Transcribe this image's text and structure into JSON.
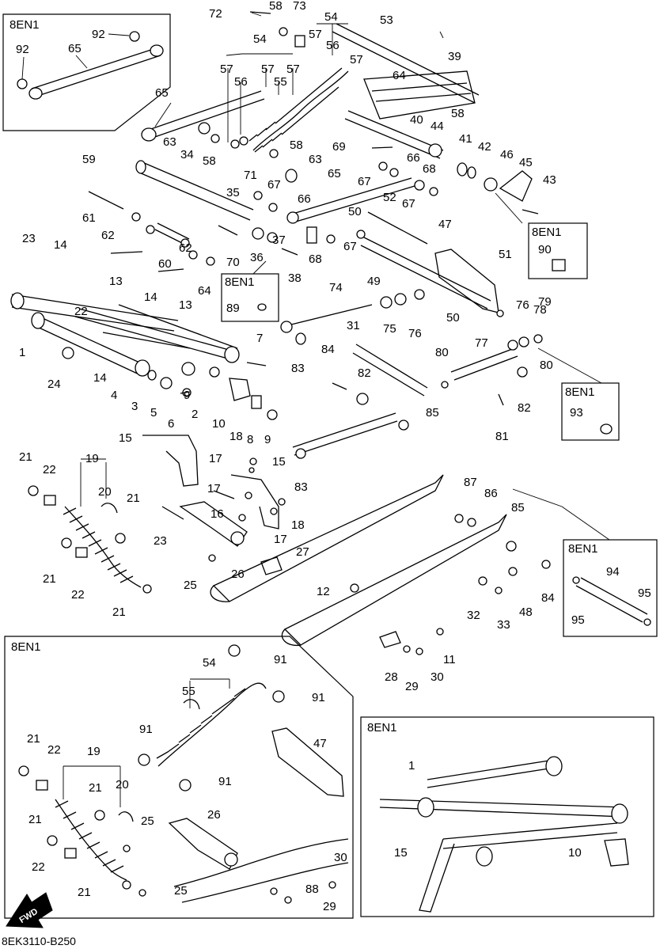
{
  "diagram_code": "8EK3110-B250",
  "fwd_label": "FWD",
  "boxes": {
    "top_left": "8EN1",
    "box_89": "8EN1",
    "box_90": "8EN1",
    "box_93": "8EN1",
    "box_94": "8EN1",
    "bottom_left": "8EN1",
    "bottom_right": "8EN1"
  },
  "labels": {
    "n1": "1",
    "n2": "2",
    "n3": "3",
    "n4": "4",
    "n5": "5",
    "n6": "6",
    "n7": "7",
    "n8": "8",
    "n9a": "9",
    "n9b": "9",
    "n10": "10",
    "n11": "11",
    "n12": "12",
    "n13a": "13",
    "n13b": "13",
    "n14a": "14",
    "n14b": "14",
    "n14c": "14",
    "n15a": "15",
    "n15b": "15",
    "n16": "16",
    "n17a": "17",
    "n17b": "17",
    "n17c": "17",
    "n18a": "18",
    "n18b": "18",
    "n19": "19",
    "n20": "20",
    "n21a": "21",
    "n21b": "21",
    "n21c": "21",
    "n21d": "21",
    "n22a": "22",
    "n22b": "22",
    "n23a": "23",
    "n23b": "23",
    "n24": "24",
    "n25": "25",
    "n26": "26",
    "n27": "27",
    "n28": "28",
    "n29": "29",
    "n30": "30",
    "n31": "31",
    "n32": "32",
    "n33": "33",
    "n34": "34",
    "n35": "35",
    "n36": "36",
    "n37": "37",
    "n38": "38",
    "n39": "39",
    "n40": "40",
    "n41": "41",
    "n42": "42",
    "n43": "43",
    "n44": "44",
    "n45": "45",
    "n46": "46",
    "n47": "47",
    "n48": "48",
    "n49": "49",
    "n50a": "50",
    "n50b": "50",
    "n51": "51",
    "n52": "52",
    "n53": "53",
    "n54": "54",
    "n55": "55",
    "n56": "56",
    "n57a": "57",
    "n57b": "57",
    "n57c": "57",
    "n58a": "58",
    "n58b": "58",
    "n58c": "58",
    "n58d": "58",
    "n59": "59",
    "n60": "60",
    "n61": "61",
    "n62a": "62",
    "n62b": "62",
    "n63a": "63",
    "n63b": "63",
    "n64a": "64",
    "n64b": "64",
    "n65a": "65",
    "n65b": "65",
    "n66": "66",
    "n67a": "67",
    "n67b": "67",
    "n67c": "67",
    "n67d": "67",
    "n68a": "68",
    "n68b": "68",
    "n69": "69",
    "n70": "70",
    "n71": "71",
    "n72": "72",
    "n73": "73",
    "n74": "74",
    "n75": "75",
    "n76a": "76",
    "n76b": "76",
    "n77": "77",
    "n78": "78",
    "n79": "79",
    "n80a": "80",
    "n80b": "80",
    "n81": "81",
    "n82a": "82",
    "n82b": "82",
    "n83a": "83",
    "n83b": "83",
    "n84a": "84",
    "n84b": "84",
    "n85a": "85",
    "n85b": "85",
    "n86": "86",
    "n87": "87",
    "n89": "89",
    "n90": "90",
    "n92a": "92",
    "n92b": "92",
    "n65c": "65",
    "n93": "93",
    "n94": "94",
    "n95a": "95",
    "n95b": "95",
    "n54b": "54",
    "n55b": "55",
    "n91a": "91",
    "n91b": "91",
    "n91c": "91",
    "n91d": "91",
    "n47b": "47",
    "n19b": "19",
    "n20b": "20",
    "n21e": "21",
    "n21f": "21",
    "n21g": "21",
    "n21h": "21",
    "n22c": "22",
    "n22d": "22",
    "n25b": "25",
    "n25c": "25",
    "n26b": "26",
    "n30b": "30",
    "n88": "88",
    "n29b": "29",
    "n1b": "1",
    "n15c": "15",
    "n10b": "10",
    "n56b": "56",
    "n57d": "57"
  }
}
